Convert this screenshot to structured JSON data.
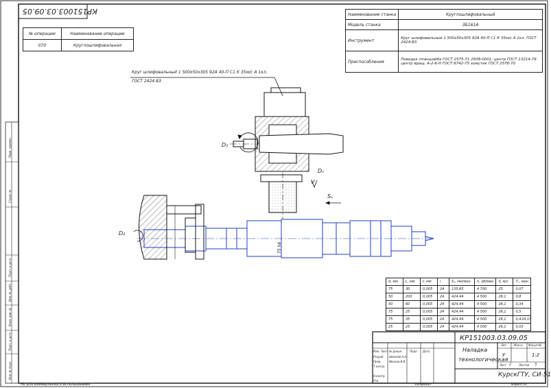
{
  "stamp_top": "КР151003.03.09.05",
  "op_table": {
    "headers": [
      "№ операции",
      "Наименование операции"
    ],
    "row": [
      "070",
      "Круглошлифовальная"
    ]
  },
  "spec_table": {
    "rows": [
      {
        "label": "Наименование станка",
        "value": "Круглошлифовальный"
      },
      {
        "label": "Модель станка",
        "value": "3Б161А"
      },
      {
        "label": "Инструмент",
        "value": "Круг шлифовальный 1 500х50х305 92А 40-П С1 К 35м/с А 1кл. ГОСТ 2424-83"
      },
      {
        "label": "Приспособления",
        "value": "Поводок планшайба ГОСТ 2575-71 2938-0001; центр ГОСТ 13214-79 центр вращ. А-2-6-Н ГОСТ 8742-75 хомутик ГОСТ 2578-70"
      }
    ]
  },
  "wheel_callout": {
    "line1": "Круг шлифовальный 1 500х50х305 92А 40-П С1 К 35м/с А 1кл.",
    "line2": "ГОСТ 2424-83"
  },
  "motion_labels": {
    "d1": "D₁",
    "ds": "Dₛ",
    "s": "Sₛ",
    "dp": "D₂",
    "v": "V"
  },
  "dim_label": "75 h6",
  "params": {
    "headers": [
      "d, мм",
      "L, мм",
      "t, мм",
      "i",
      "Sₛ, мм/мин",
      "n, об/мин",
      "V, м/с",
      "Tₒ, мин"
    ],
    "rows": [
      [
        "75",
        "30",
        "0,005",
        "24",
        "135,65",
        "4 700",
        "25",
        "0,07"
      ],
      [
        "50",
        "200",
        "0,005",
        "24",
        "424,44",
        "4 500",
        "26,1",
        "0,8"
      ],
      [
        "50",
        "60",
        "0,005",
        "24",
        "424,44",
        "4 500",
        "26,1",
        "0,34"
      ],
      [
        "75",
        "25",
        "0,005",
        "24",
        "424,44",
        "4 500",
        "26,1",
        "0,5"
      ],
      [
        "75",
        "35",
        "0,005",
        "24",
        "424,44",
        "4 500",
        "26,1",
        "0,4"
      ],
      [
        "25",
        "25",
        "0,005",
        "24",
        "424,44",
        "4 500",
        "26,1",
        "0,03"
      ]
    ],
    "total": "24,15"
  },
  "title_block": {
    "code": "КР151003.03.09.05",
    "name_line1": "Наладка",
    "name_line2": "технологическая",
    "lit_header": "Лит.",
    "mass_header": "Масса",
    "scale_header": "Масштаб",
    "lit_value": "У",
    "scale_value": "1:2",
    "sheet_label": "Лист",
    "sheet_value": "2",
    "sheets_label": "Листов",
    "sheets_value": "3",
    "org": "КурскГТУ, СИ-51",
    "rows_left": [
      [
        "Изм.",
        "Лист",
        "№ докум.",
        "Подп.",
        "Дата"
      ],
      [
        "Разраб.",
        "Шмелёв А.А.",
        "",
        ""
      ],
      [
        "Пров.",
        "Иванов В.В.",
        "",
        ""
      ],
      [
        "Т.контр.",
        "",
        "",
        ""
      ],
      [
        "",
        "",
        "",
        ""
      ],
      [
        "Н.контр.",
        "",
        "",
        ""
      ],
      [
        "Утв.",
        "",
        "",
        ""
      ]
    ]
  },
  "bottom_left": "Не для коммерческого использования",
  "bottom_copy": "Копировал",
  "bottom_format": "Формат А3",
  "left_strip": [
    "Перв. примен.",
    "Справ. №",
    "Подп. и дата",
    "Инв. № дубл.",
    "Взам. инв. №",
    "Подп. и дата",
    "Инв. № подл."
  ]
}
